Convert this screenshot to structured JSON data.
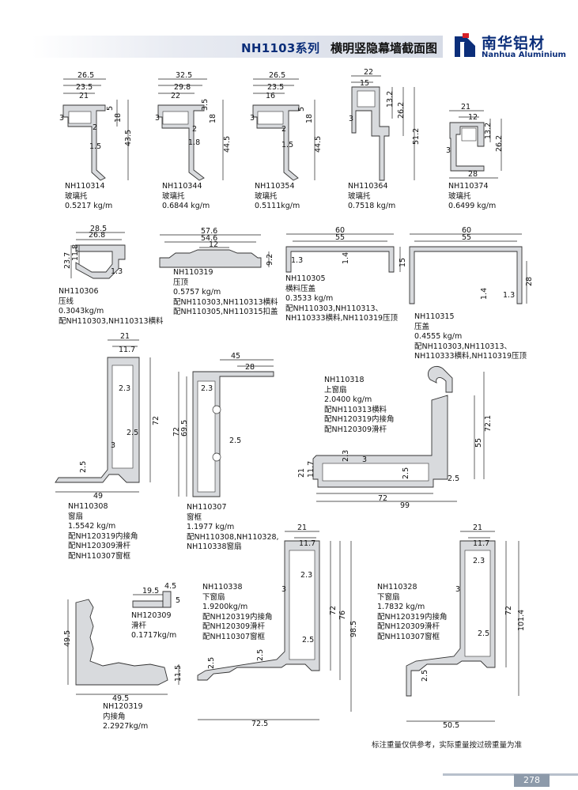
{
  "header": {
    "series": "NH1103系列",
    "title": "横明竖隐幕墙截面图",
    "logo_cn": "南华铝材",
    "logo_en": "Nanhua Aluminium",
    "brand_color": "#0b2e7a"
  },
  "parts": [
    {
      "id": "NH110314",
      "lines": [
        "NH110314",
        "玻璃托",
        "0.5217 kg/m"
      ]
    },
    {
      "id": "NH110344",
      "lines": [
        "NH110344",
        "玻璃托",
        "0.6844 kg/m"
      ]
    },
    {
      "id": "NH110354",
      "lines": [
        "NH110354",
        "玻璃托",
        "0.5111kg/m"
      ]
    },
    {
      "id": "NH110364",
      "lines": [
        "NH110364",
        "玻璃托",
        "0.7518 kg/m"
      ]
    },
    {
      "id": "NH110374",
      "lines": [
        "NH110374",
        "玻璃托",
        "0.6499 kg/m"
      ]
    },
    {
      "id": "NH110306",
      "lines": [
        "NH110306",
        "压线",
        "0.3043kg/m",
        "配NH110303,NH110313横料"
      ]
    },
    {
      "id": "NH110319",
      "lines": [
        "NH110319",
        "压顶",
        "0.5757 kg/m",
        "配NH110303,NH110313横料",
        "配NH110305,NH110315扣盖"
      ]
    },
    {
      "id": "NH110305",
      "lines": [
        "NH110305",
        "横料压盖",
        "0.3533 kg/m",
        "配NH110303,NH110313、",
        "NH110333横料,NH110319压顶"
      ]
    },
    {
      "id": "NH110315",
      "lines": [
        "NH110315",
        "压盖",
        "0.4555 kg/m",
        "配NH110303,NH110313、",
        "NH110333横料,NH110319压顶"
      ]
    },
    {
      "id": "NH110318",
      "lines": [
        "NH110318",
        "上窗扇",
        "2.0400 kg/m",
        "配NH110313横料",
        "配NH120319内接角",
        "配NH120309滑杆"
      ]
    },
    {
      "id": "NH110308",
      "lines": [
        "NH110308",
        "窗扇",
        "1.5542 kg/m",
        "配NH120319内接角",
        "配NH120309滑杆",
        "配NH110307窗框"
      ]
    },
    {
      "id": "NH110307",
      "lines": [
        "NH110307",
        "窗框",
        "1.1977 kg/m",
        "配NH110308,NH110328,",
        "NH110338窗扇"
      ]
    },
    {
      "id": "NH120309",
      "lines": [
        "NH120309",
        "滑杆",
        "0.1717kg/m"
      ]
    },
    {
      "id": "NH110338",
      "lines": [
        "NH110338",
        "下窗扇",
        "1.9200kg/m",
        "配NH120319内接角",
        "配NH120309滑杆",
        "配NH110307窗框"
      ]
    },
    {
      "id": "NH110328",
      "lines": [
        "NH110328",
        "下窗扇",
        "1.7832 kg/m",
        "配NH120319内接角",
        "配NH120309滑杆",
        "配NH110307窗框"
      ]
    },
    {
      "id": "NH120319",
      "lines": [
        "NH120319",
        "内接角",
        "2.2927kg/m"
      ]
    }
  ],
  "dims": {
    "p1": [
      "26.5",
      "23.5",
      "21",
      "3",
      "2",
      "1.5",
      "5",
      "18",
      "43.5"
    ],
    "p2": [
      "32.5",
      "29.8",
      "22",
      "3",
      "2",
      "1.8",
      "3.5",
      "18",
      "44.5"
    ],
    "p3": [
      "26.5",
      "23.5",
      "16",
      "3",
      "2",
      "1.5",
      "5",
      "18",
      "44.5"
    ],
    "p4": [
      "22",
      "15",
      "3",
      "13.2",
      "26.2",
      "51.2"
    ],
    "p5": [
      "21",
      "12",
      "3",
      "13.2",
      "26.2",
      "28"
    ],
    "p6": [
      "28.5",
      "26.8",
      "23.7",
      "11.8",
      "1.3"
    ],
    "p7": [
      "57.6",
      "54.6",
      "12",
      "9.2"
    ],
    "p8": [
      "60",
      "55",
      "1.3",
      "1.4",
      "15"
    ],
    "p9": [
      "60",
      "55",
      "1.4",
      "1.3",
      "28"
    ],
    "p10": [
      "21",
      "11.7",
      "2.3",
      "2.5",
      "3",
      "2.5",
      "49",
      "72"
    ],
    "p11": [
      "45",
      "28",
      "2.3",
      "2.5",
      "72",
      "69.5"
    ],
    "p12": [
      "2.3",
      "3",
      "2.5",
      "2.5",
      "21",
      "11.7",
      "72",
      "99",
      "55",
      "72.1"
    ],
    "p13": [
      "19.5",
      "4.5",
      "5"
    ],
    "p14": [
      "21",
      "11.7",
      "2.3",
      "3",
      "2.5",
      "2.5",
      "2.5",
      "72",
      "76",
      "98.5",
      "72.5"
    ],
    "p15": [
      "21",
      "11.7",
      "2.3",
      "3",
      "2.5",
      "2.5",
      "72",
      "101.4",
      "50.5"
    ],
    "p16": [
      "49.5",
      "11.5",
      "49.5"
    ]
  },
  "footer": {
    "note": "标注重量仅供参考，实际重量按过磅重量为准",
    "page": "278"
  }
}
